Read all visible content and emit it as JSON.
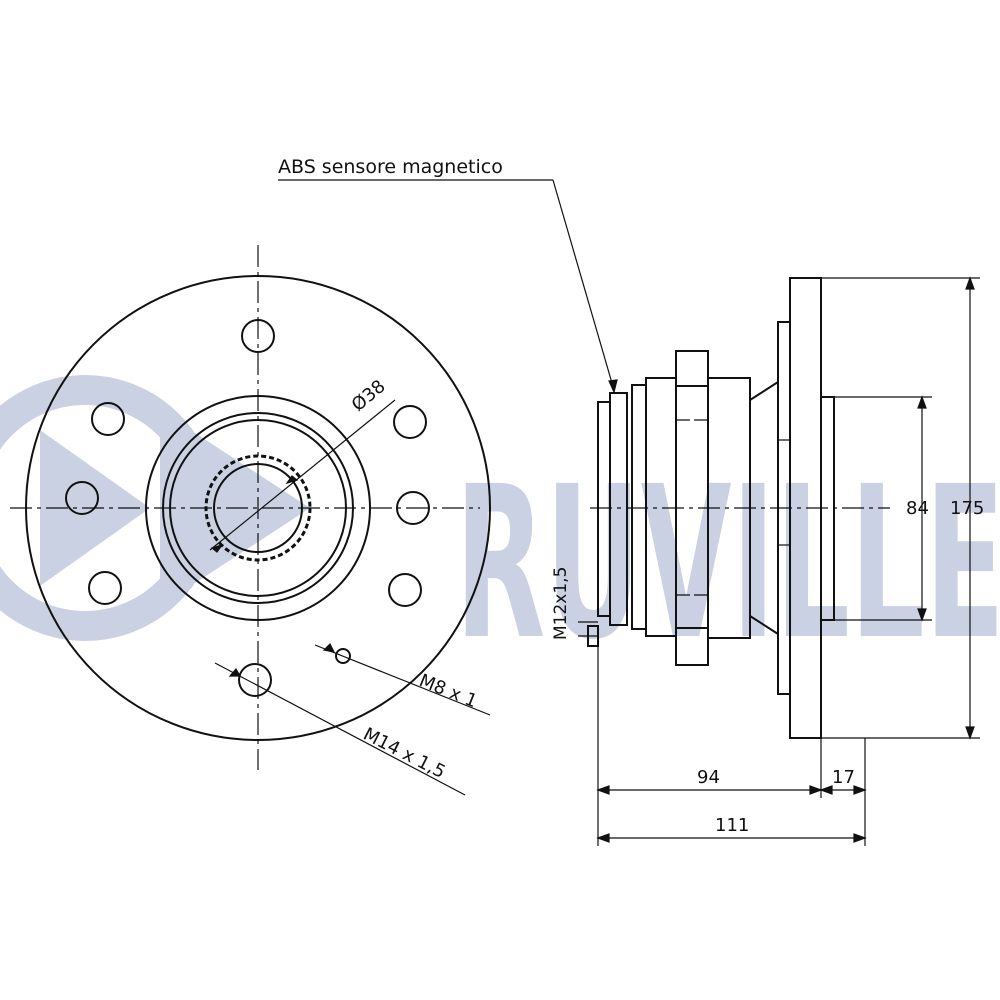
{
  "watermark": {
    "text": "RUVILLE",
    "color": "#c9d1e3"
  },
  "line_color": "#111111",
  "annotations": {
    "abs_sensor": "ABS sensore magnetico",
    "bore_diameter": "Ø38",
    "small_thread": "M8 x 1",
    "stud_thread": "M14 x 1,5",
    "axle_thread": "M12x1,5"
  },
  "dimensions": {
    "pilot_diameter": "84",
    "flange_diameter": "175",
    "hub_length": "94",
    "flange_thickness": "17",
    "overall_length": "111"
  }
}
